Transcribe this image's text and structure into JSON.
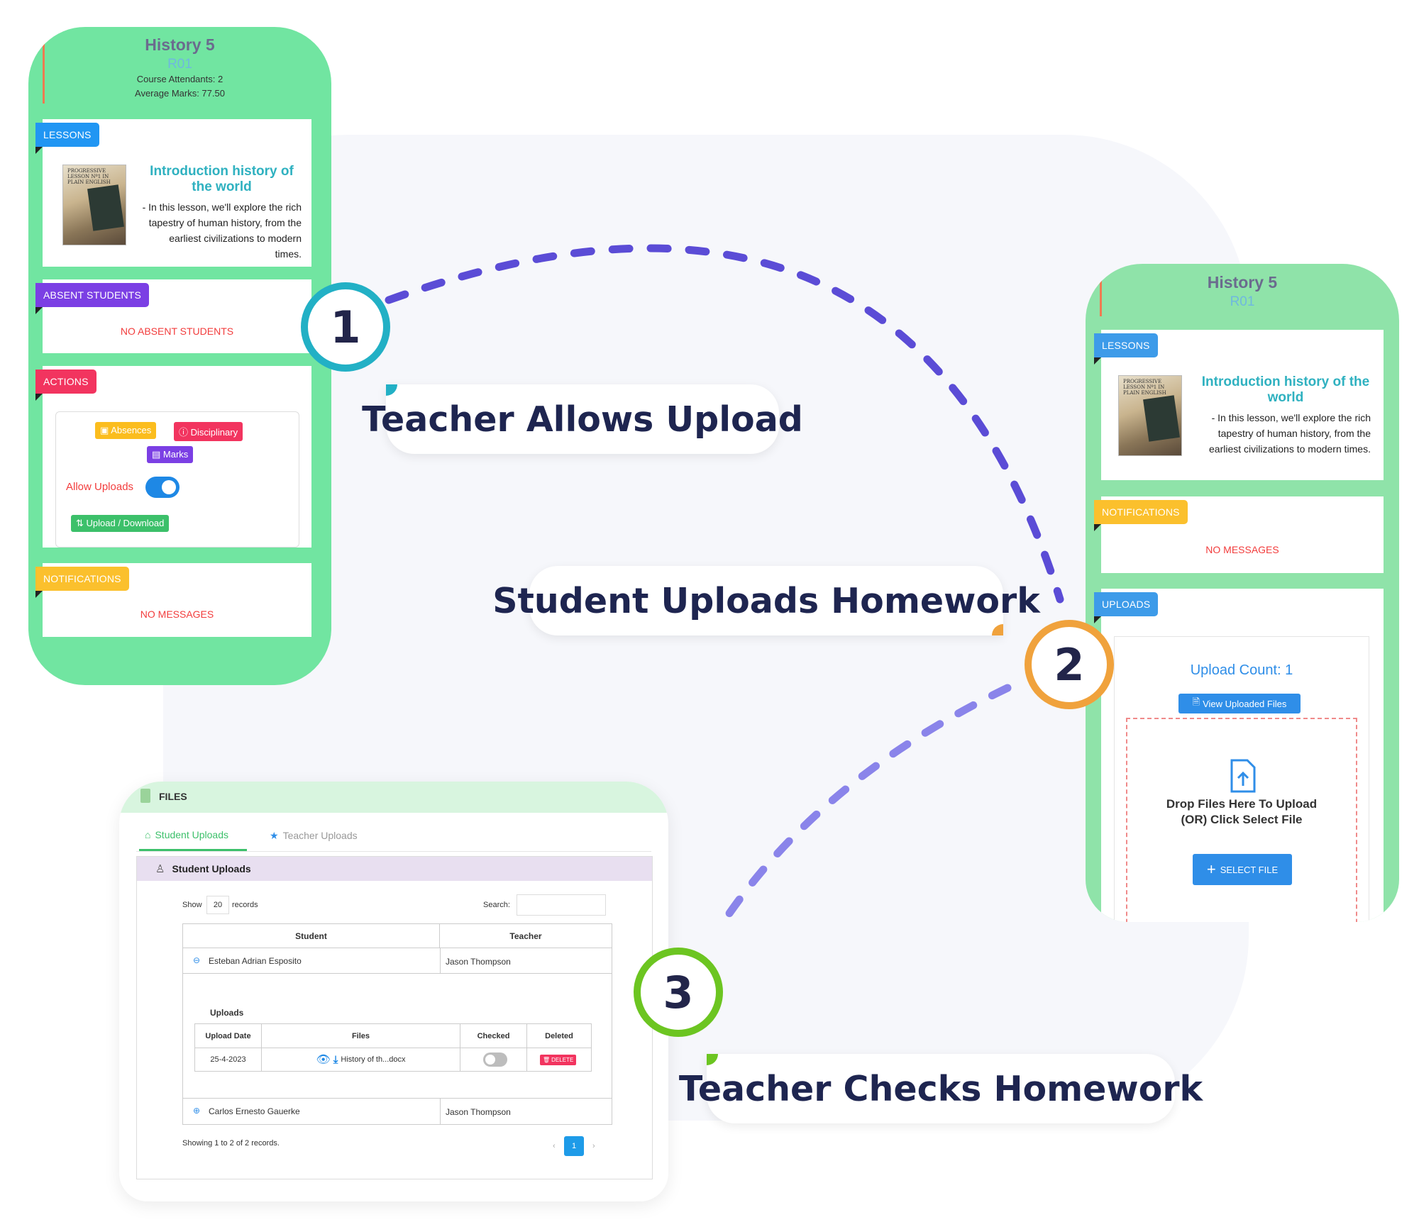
{
  "phone1": {
    "title": "History 5",
    "code": "R01",
    "attendants": "Course Attendants: 2",
    "average": "Average Marks: 77.50",
    "lessons_tag": "LESSONS",
    "lesson_title": "Introduction history of the world",
    "lesson_desc": "- In this lesson, we'll explore the rich tapestry of human history, from the earliest civilizations to modern times.",
    "absent_tag": "ABSENT STUDENTS",
    "absent_msg": "NO ABSENT STUDENTS",
    "actions_tag": "ACTIONS",
    "btn_absences": "Absences",
    "btn_disciplinary": "Disciplinary",
    "btn_marks": "Marks",
    "allow_uploads": "Allow Uploads",
    "allow_uploads_on": true,
    "btn_updown": "Upload / Download",
    "notifications_tag": "NOTIFICATIONS",
    "notifications_msg": "NO MESSAGES"
  },
  "phone2": {
    "title": "History 5",
    "code": "R01",
    "lessons_tag": "LESSONS",
    "lesson_title": "Introduction history of the world",
    "lesson_desc": "- In this lesson, we'll explore the rich tapestry of human history, from the earliest civilizations to modern times.",
    "notifications_tag": "NOTIFICATIONS",
    "notifications_msg": "NO MESSAGES",
    "uploads_tag": "UPLOADS",
    "upload_count": "Upload Count: 1",
    "view_files": "View Uploaded Files",
    "drop_line1": "Drop Files Here To Upload",
    "drop_line2": "(OR) Click Select File",
    "select_file": "SELECT FILE"
  },
  "lesson_image_caption": "PROGRESSIVE LESSON Nº1 IN PLAIN ENGLISH",
  "steps": [
    {
      "number": "1",
      "label": "Teacher Allows Upload",
      "color": "#22b0c5"
    },
    {
      "number": "2",
      "label": "Student Uploads Homework",
      "color": "#f0a23c"
    },
    {
      "number": "3",
      "label": "Teacher Checks Homework",
      "color": "#6cc521"
    }
  ],
  "files": {
    "header": "FILES",
    "tab_student": "Student Uploads",
    "tab_teacher": "Teacher Uploads",
    "section_title": "Student Uploads",
    "show": "Show",
    "show_count": "20",
    "records": "records",
    "search_label": "Search:",
    "columns": [
      "Student",
      "Teacher"
    ],
    "rows": [
      {
        "student": "Esteban Adrian Esposito",
        "teacher": "Jason Thompson",
        "icon": "⊖"
      },
      {
        "student": "Carlos Ernesto Gauerke",
        "teacher": "Jason Thompson",
        "icon": "⊕"
      }
    ],
    "uploads_label": "Uploads",
    "sub_columns": [
      "Upload Date",
      "Files",
      "Checked",
      "Deleted"
    ],
    "sub_row": {
      "date": "25-4-2023",
      "file": "History of th...docx",
      "checked": false,
      "delete": "DELETE"
    },
    "showing": "Showing 1 to 2 of 2 records.",
    "page": "1"
  }
}
